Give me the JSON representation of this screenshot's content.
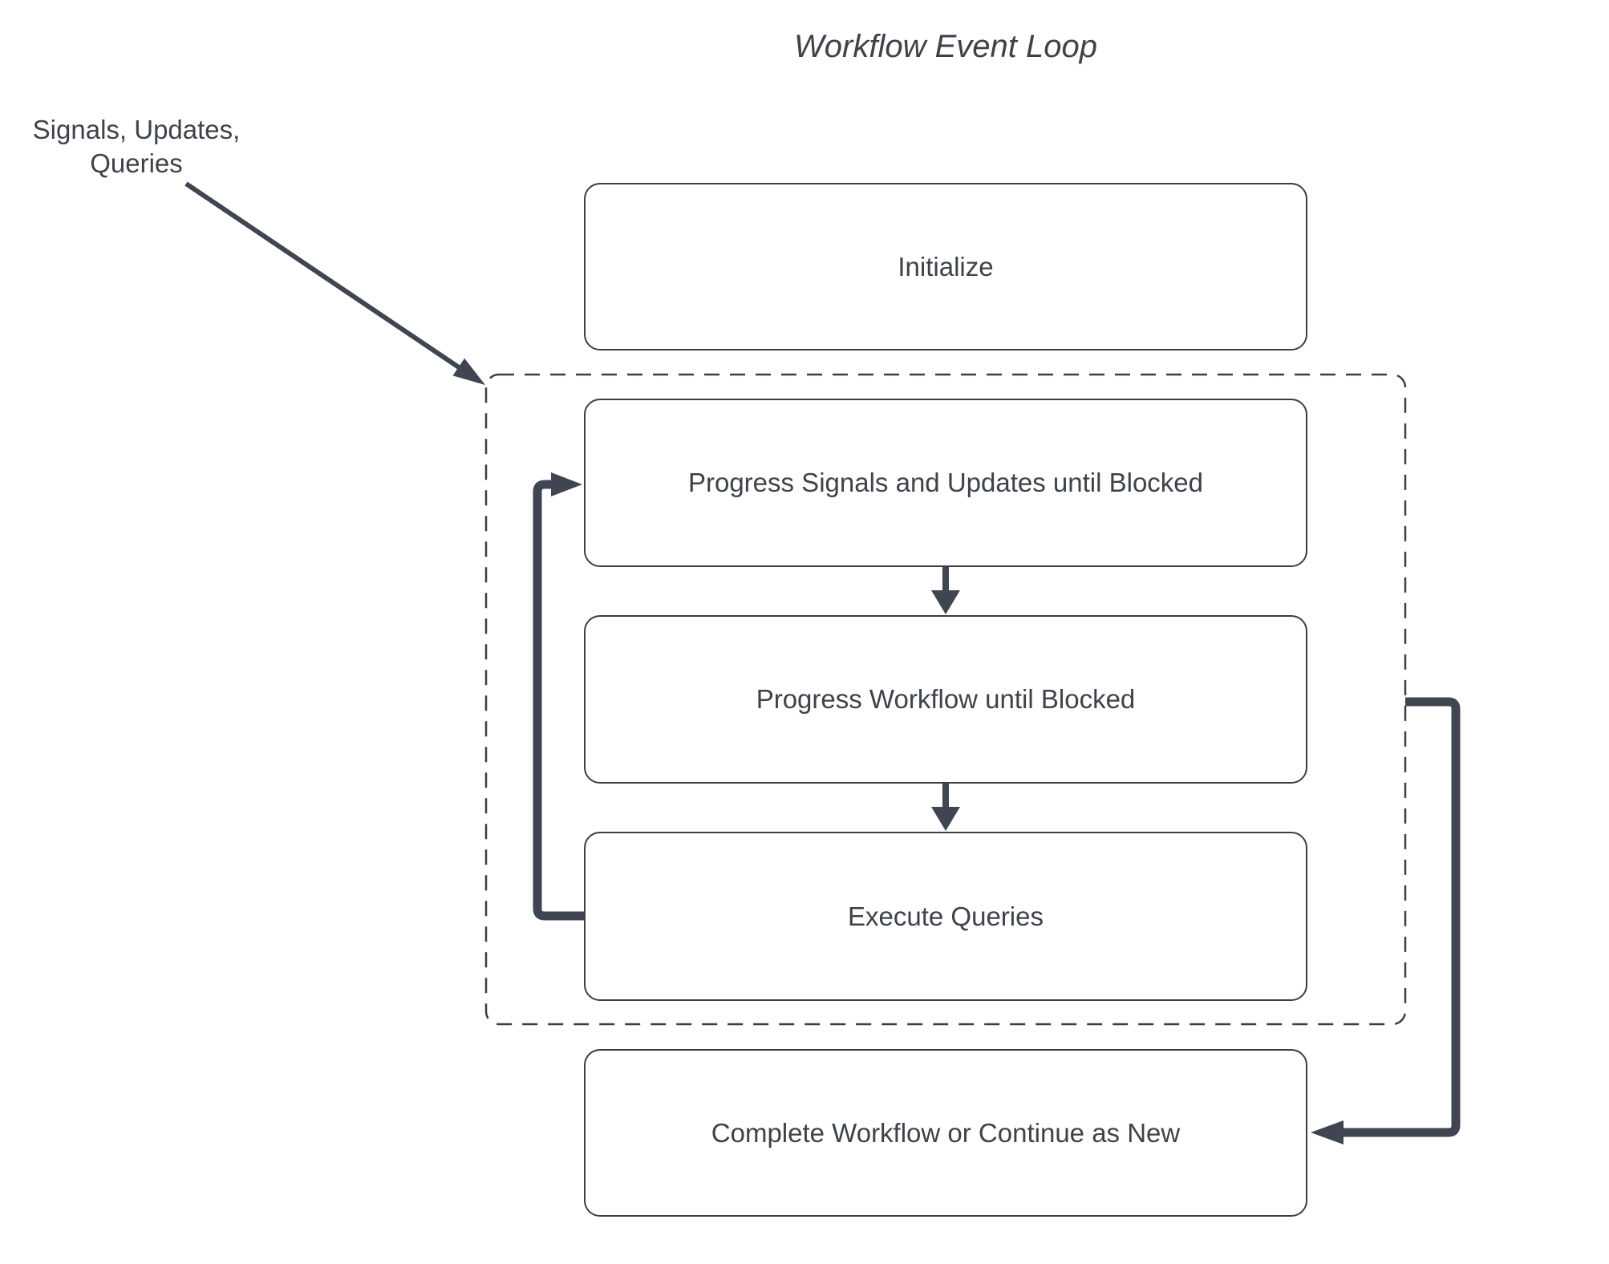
{
  "title": "Workflow Event Loop",
  "annotation": {
    "line1": "Signals, Updates,",
    "line2": "Queries"
  },
  "nodes": [
    {
      "id": "initialize",
      "label": "Initialize"
    },
    {
      "id": "progress-signals",
      "label": "Progress Signals and Updates until Blocked"
    },
    {
      "id": "progress-workflow",
      "label": "Progress Workflow until Blocked"
    },
    {
      "id": "execute-queries",
      "label": "Execute Queries"
    },
    {
      "id": "complete-workflow",
      "label": "Complete Workflow or Continue as New"
    }
  ],
  "groups": [
    {
      "id": "event-loop-region",
      "style": "dashed",
      "contains": [
        "progress-signals",
        "progress-workflow",
        "execute-queries"
      ]
    }
  ],
  "edges": [
    {
      "from": "signals-updates-queries-annotation",
      "to": "event-loop-region",
      "shape": "diagonal-arrow"
    },
    {
      "from": "progress-signals",
      "to": "progress-workflow",
      "shape": "down-arrow"
    },
    {
      "from": "progress-workflow",
      "to": "execute-queries",
      "shape": "down-arrow"
    },
    {
      "from": "execute-queries",
      "to": "progress-signals",
      "shape": "left-loop-back-arrow"
    },
    {
      "from": "event-loop-region",
      "to": "complete-workflow",
      "shape": "right-loop-arrow"
    }
  ],
  "colors": {
    "line": "#3F4551",
    "node_border": "#3B3E44",
    "text": "#3E4249",
    "background": "#FFFFFF"
  }
}
